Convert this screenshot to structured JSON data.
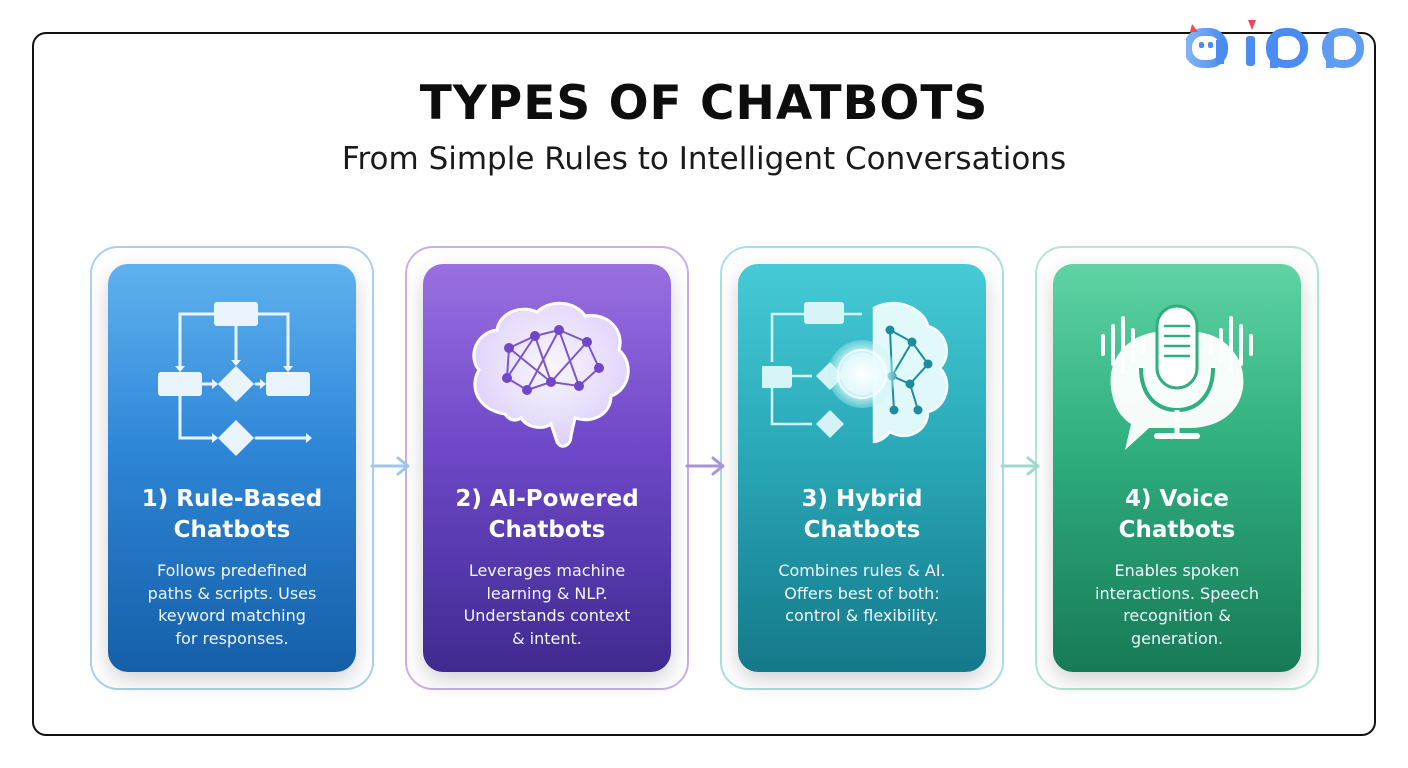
{
  "logo": {
    "text": "iapp"
  },
  "header": {
    "title": "TYPES OF CHATBOTS",
    "subtitle": "From Simple Rules to Intelligent Conversations"
  },
  "cards": [
    {
      "title": "1) Rule-Based Chatbots",
      "title_lines": [
        "1) Rule-Based",
        "Chatbots"
      ],
      "description": "Follows predefined paths & scripts. Uses keyword matching for responses.",
      "description_lines": [
        "Follows predefined",
        "paths & scripts. Uses",
        "keyword matching",
        "for responses."
      ],
      "icon": "flowchart-icon"
    },
    {
      "title": "2) AI-Powered Chatbots",
      "title_lines": [
        "2) AI-Powered",
        "Chatbots"
      ],
      "description": "Leverages machine learning & NLP. Understands context & intent.",
      "description_lines": [
        "Leverages machine",
        "learning & NLP.",
        "Understands context",
        "& intent."
      ],
      "icon": "neural-brain-icon"
    },
    {
      "title": "3) Hybrid Chatbots",
      "title_lines": [
        "3) Hybrid",
        "Chatbots"
      ],
      "description": "Combines rules & AI. Offers best of both: control & flexibility.",
      "description_lines": [
        "Combines rules & AI.",
        "Offers best of both:",
        "control & flexibility."
      ],
      "icon": "flowchart-brain-icon"
    },
    {
      "title": "4) Voice Chatbots",
      "title_lines": [
        "4) Voice",
        "Chatbots"
      ],
      "description": "Enables spoken interactions. Speech recognition & generation.",
      "description_lines": [
        "Enables spoken",
        "interactions. Speech",
        "recognition &",
        "generation."
      ],
      "icon": "microphone-speech-icon"
    }
  ],
  "colors": {
    "rule_based": "#2e86d7",
    "ai_powered": "#6e48c9",
    "hybrid": "#2aa9b8",
    "voice": "#2fae7e",
    "logo_blue": "#4a8cf2",
    "logo_red": "#f0465a"
  }
}
